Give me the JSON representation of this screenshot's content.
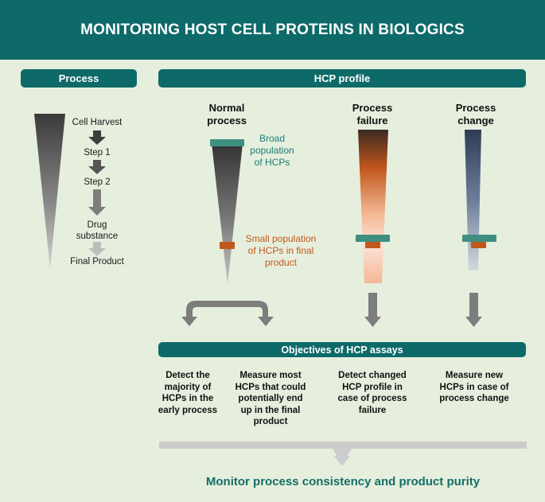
{
  "title": "MONITORING HOST CELL PROTEINS IN BIOLOGICS",
  "process": {
    "header": "Process",
    "steps": [
      "Cell Harvest",
      "Step 1",
      "Step 2",
      "Drug substance",
      "Final Product"
    ]
  },
  "hcp_profile": {
    "header": "HCP profile",
    "columns": [
      {
        "title": "Normal process"
      },
      {
        "title": "Process failure"
      },
      {
        "title": "Process change"
      }
    ],
    "broad_label": "Broad population of HCPs",
    "small_label": "Small population of HCPs in final product"
  },
  "objectives": {
    "header": "Objectives of HCP assays",
    "items": [
      "Detect the majority of HCPs in the early process",
      "Measure most HCPs that could potentially end up in the final product",
      "Detect changed HCP profile in case of process failure",
      "Measure new HCPs in case of process change"
    ]
  },
  "conclusion": "Monitor process consistency and product purity",
  "colors": {
    "teal": "#0e6a69",
    "band_teal": "#3f8f80",
    "orange": "#c2571a",
    "background": "#e6efde"
  }
}
